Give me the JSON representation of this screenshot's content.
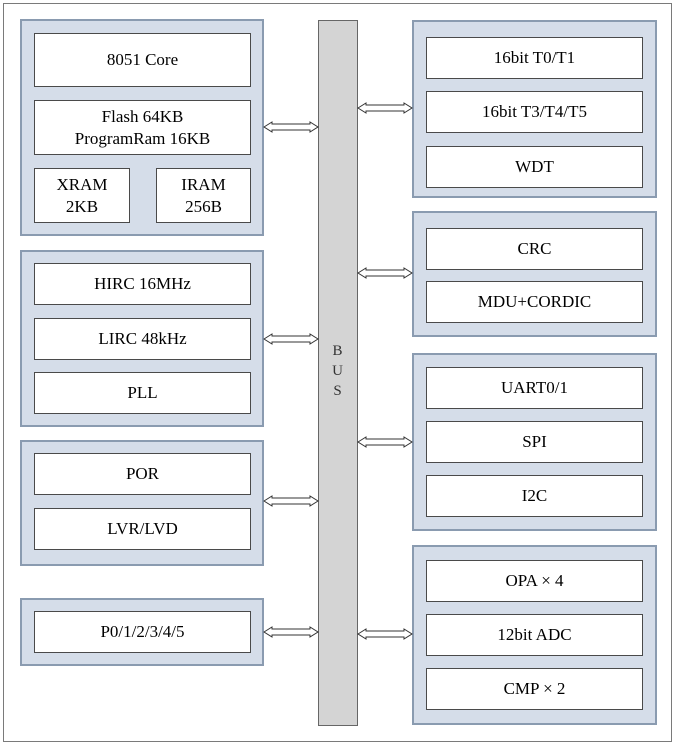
{
  "colors": {
    "group_fill": "#d5dde9",
    "group_border": "#8a9bb0",
    "bus_fill": "#d4d4d4",
    "box_fill": "#ffffff"
  },
  "bus": {
    "label": "B\nU\nS"
  },
  "left_groups": [
    {
      "name": "core-memory",
      "blocks": [
        "8051 Core",
        "Flash 64KB\nProgramRam 16KB",
        "XRAM\n2KB",
        "IRAM\n256B"
      ]
    },
    {
      "name": "clocks",
      "blocks": [
        "HIRC 16MHz",
        "LIRC 48kHz",
        "PLL"
      ]
    },
    {
      "name": "power",
      "blocks": [
        "POR",
        "LVR/LVD"
      ]
    },
    {
      "name": "gpio",
      "blocks": [
        "P0/1/2/3/4/5"
      ]
    }
  ],
  "right_groups": [
    {
      "name": "timers",
      "blocks": [
        "16bit  T0/T1",
        "16bit T3/T4/T5",
        "WDT"
      ]
    },
    {
      "name": "math",
      "blocks": [
        "CRC",
        "MDU+CORDIC"
      ]
    },
    {
      "name": "comm",
      "blocks": [
        "UART0/1",
        "SPI",
        "I2C"
      ]
    },
    {
      "name": "analog",
      "blocks": [
        "OPA × 4",
        "12bit ADC",
        "CMP × 2"
      ]
    }
  ]
}
